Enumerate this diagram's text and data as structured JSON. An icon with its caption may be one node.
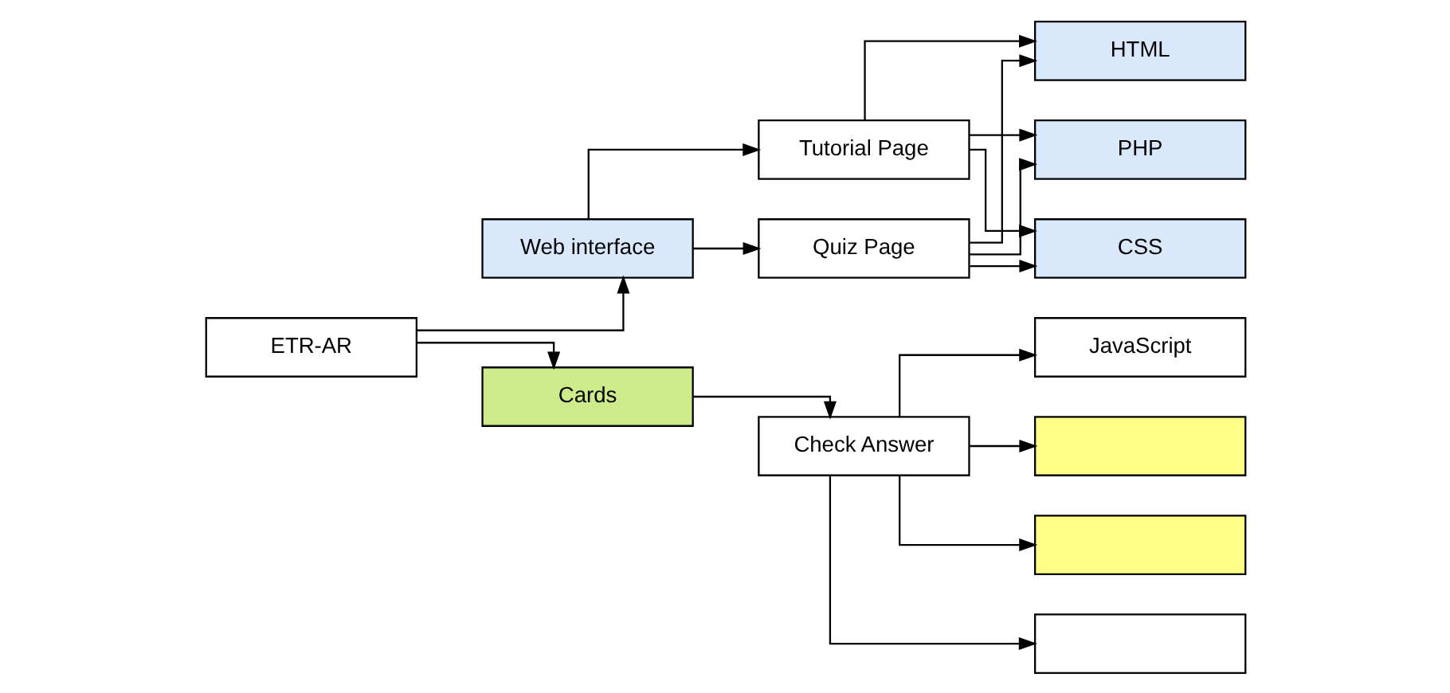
{
  "diagram": {
    "nodes": [
      {
        "text": [
          "ETR-AR"
        ]
      },
      {
        "text": [
          "Web interface"
        ]
      },
      {
        "text": [
          "Cards"
        ]
      },
      {
        "text": [
          "Tutorial Page"
        ]
      },
      {
        "text": [
          "Quiz Page"
        ]
      },
      {
        "text": [
          "Check Answer"
        ]
      },
      {
        "text": [
          "HTML"
        ]
      },
      {
        "text": [
          "PHP"
        ]
      },
      {
        "text": [
          "CSS"
        ]
      },
      {
        "text": [
          "JavaScript"
        ]
      },
      {
        "text": [],
        "shape": "box"
      },
      {
        "text": [],
        "shape": "box"
      },
      {
        "text": [],
        "shape": "box"
      }
    ],
    "edges": [
      {
        "from": 0,
        "to": 1,
        "arrow": "to"
      },
      {
        "from": 0,
        "to": 2,
        "arrow": "to"
      },
      {
        "from": 1,
        "to": 3,
        "arrow": "to"
      },
      {
        "from": 1,
        "to": 4,
        "arrow": "to"
      },
      {
        "from": 3,
        "to": 6,
        "arrow": "to"
      },
      {
        "from": 3,
        "to": 7,
        "arrow": "to"
      },
      {
        "from": 3,
        "to": 8,
        "arrow": "to"
      },
      {
        "from": 4,
        "to": 6,
        "arrow": "to"
      },
      {
        "from": 4,
        "to": 7,
        "arrow": "to"
      },
      {
        "from": 4,
        "to": 8,
        "arrow": "to"
      },
      {
        "from": 2,
        "to": 5,
        "arrow": "to"
      },
      {
        "from": 5,
        "to": 9,
        "arrow": "to"
      },
      {
        "from": 5,
        "to": 10,
        "arrow": "to"
      },
      {
        "from": 5,
        "to": 11,
        "arrow": "to"
      },
      {
        "from": 5,
        "to": 12,
        "arrow": "to"
      }
    ]
  }
}
